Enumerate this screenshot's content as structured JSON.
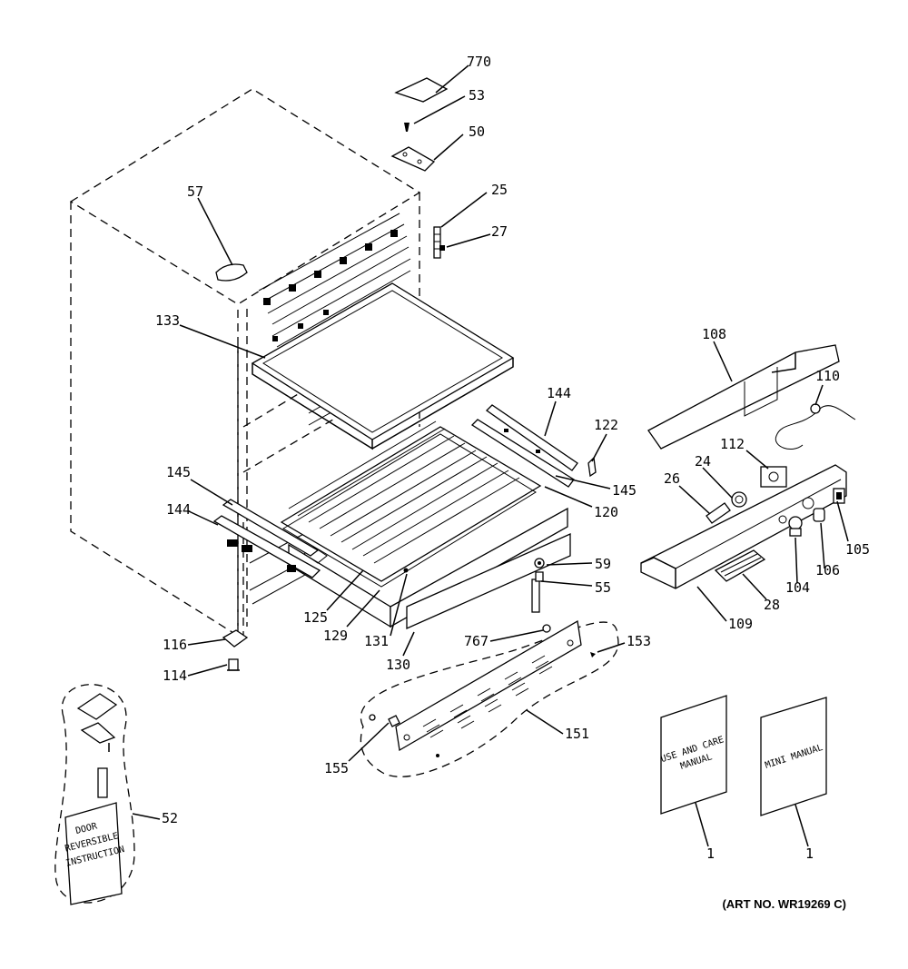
{
  "diagram": {
    "labels": {
      "770": "770",
      "53": "53",
      "50": "50",
      "25": "25",
      "27": "27",
      "57": "57",
      "133": "133",
      "108": "108",
      "110": "110",
      "144a": "144",
      "122": "122",
      "145a": "145",
      "120": "120",
      "112": "112",
      "24": "24",
      "26": "26",
      "145b": "145",
      "144b": "144",
      "59": "59",
      "55": "55",
      "105": "105",
      "106": "106",
      "104": "104",
      "28": "28",
      "109": "109",
      "125": "125",
      "129": "129",
      "131": "131",
      "130": "130",
      "767": "767",
      "153": "153",
      "116": "116",
      "114": "114",
      "151": "151",
      "155": "155",
      "52": "52",
      "1a": "1",
      "1b": "1"
    },
    "manuals": {
      "use_and_care": [
        "USE AND CARE",
        "MANUAL"
      ],
      "mini": "MINI MANUAL",
      "door_reversible": [
        "DOOR",
        "REVERSIBLE",
        "INSTRUCTION"
      ]
    },
    "art_number": "(ART NO. WR19269 C)"
  }
}
